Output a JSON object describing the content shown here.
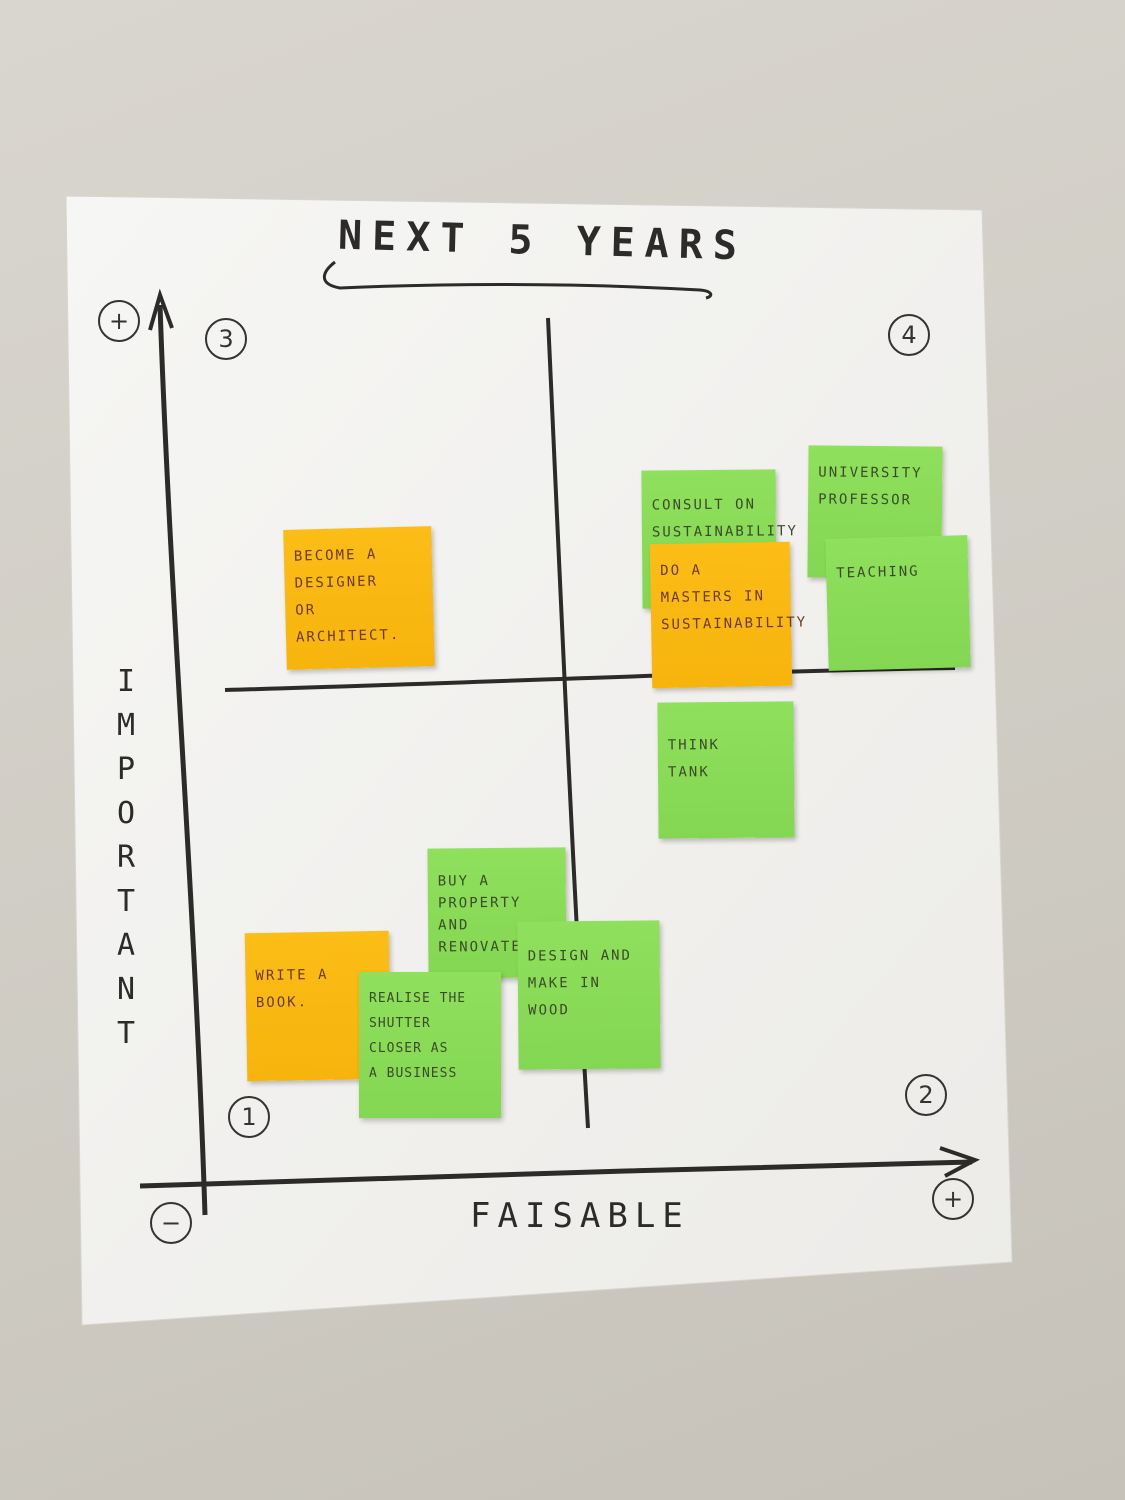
{
  "title": "NEXT 5 YEARS",
  "axes": {
    "y_label": "IMPORTANT",
    "x_label": "FAISABLE",
    "y_max_sign": "+",
    "x_max_sign": "+",
    "origin_sign": "−"
  },
  "quadrants": [
    "1",
    "2",
    "3",
    "4"
  ],
  "notes": [
    {
      "id": "become-designer",
      "color": "orange",
      "text": "BECOME A\nDESIGNER\n OR\nARCHITECT."
    },
    {
      "id": "consult-sustainability",
      "color": "green",
      "text": "CONSULT ON\nSUSTAINABILITY"
    },
    {
      "id": "masters-sustainability",
      "color": "orange",
      "text": "DO A\nMASTERS IN\nSUSTAINABILITY"
    },
    {
      "id": "university-professor",
      "color": "green",
      "text": "UNIVERSITY\nPROFESSOR"
    },
    {
      "id": "teaching",
      "color": "green",
      "text": "TEACHING"
    },
    {
      "id": "think-tank",
      "color": "green",
      "text": "THINK\n TANK"
    },
    {
      "id": "buy-property",
      "color": "green",
      "text": "BUY A\nPROPERTY\nAND\nRENOVATE"
    },
    {
      "id": "write-book",
      "color": "orange",
      "text": "WRITE A\nBOOK."
    },
    {
      "id": "shutter-closer",
      "color": "green",
      "text": "REALISE THE\nSHUTTER\nCLOSER AS\nA BUSINESS"
    },
    {
      "id": "design-wood",
      "color": "green",
      "text": "DESIGN AND\nMAKE IN\nWOOD"
    }
  ],
  "colors": {
    "orange_note": "#fbbd16",
    "green_note": "#8fe05c",
    "marker": "#2c2b2a",
    "paper": "#f3f3f1",
    "wall": "#d2cfc8"
  }
}
